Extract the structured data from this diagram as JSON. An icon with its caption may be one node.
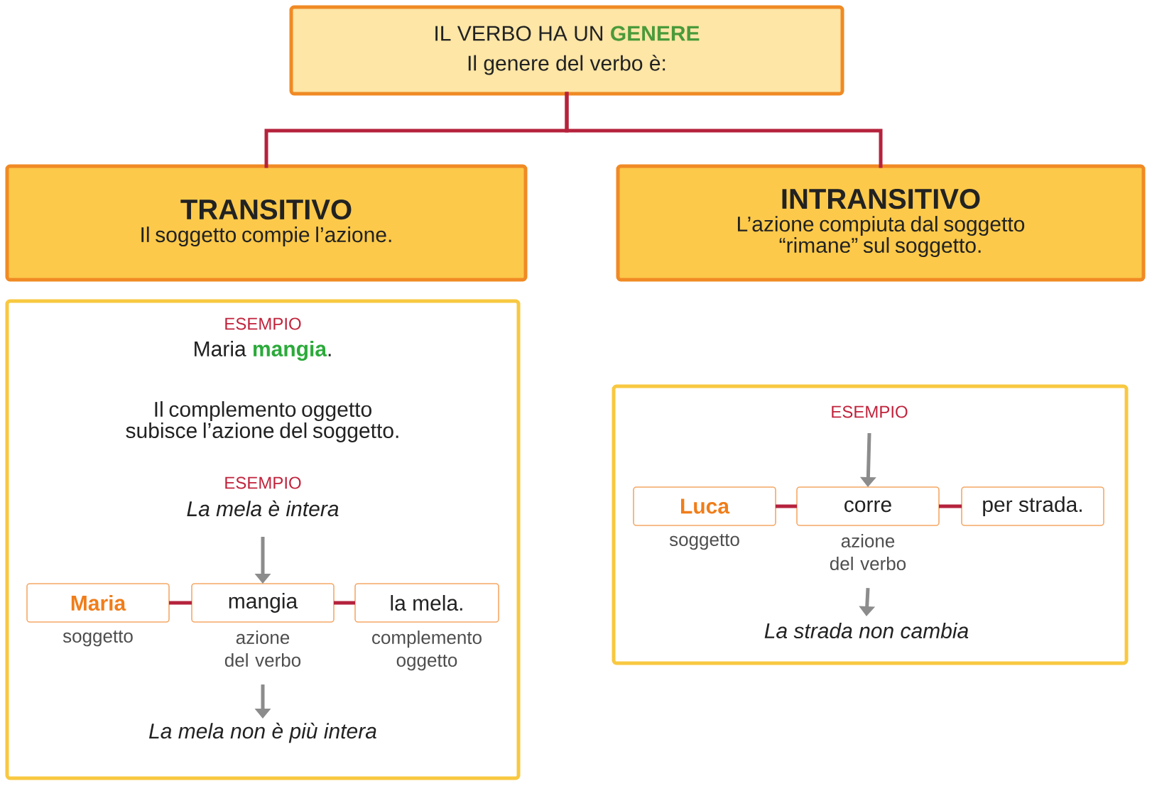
{
  "diagram": {
    "nodes": [
      {
        "text": [
          "IL VERBO HA UN **GENERE**",
          "Il genere del verbo è:"
        ]
      },
      {
        "text": [
          "TRANSITIVO",
          "Il soggetto compie l’azione."
        ]
      },
      {
        "text": [
          "INTRANSITIVO",
          "L’azione compiuta dal soggetto “rimane” sul soggetto."
        ]
      },
      {
        "text": [
          "ESEMPIO",
          "Maria **mangia**.",
          "Il complemento oggetto subisce l’azione del soggetto.",
          "ESEMPIO"
        ]
      },
      {
        "text": [
          "La mela è intera"
        ],
        "in": 3
      },
      {
        "text": [
          "Maria"
        ],
        "in": 3,
        "beside": [
          "soggetto"
        ]
      },
      {
        "text": [
          "mangia"
        ],
        "in": 3,
        "beside": [
          "azione del verbo"
        ]
      },
      {
        "text": [
          "la mela."
        ],
        "in": 3,
        "beside": [
          "complemento oggetto"
        ]
      },
      {
        "text": [
          "La mela non è più intera"
        ],
        "in": 3
      },
      {
        "text": [],
        "shape": "box"
      },
      {
        "text": [
          "ESEMPIO"
        ],
        "in": 9
      },
      {
        "text": [
          "Luca"
        ],
        "in": 9,
        "beside": [
          "soggetto"
        ]
      },
      {
        "text": [
          "corre"
        ],
        "in": 9,
        "beside": [
          "azione del verbo"
        ]
      },
      {
        "text": [
          "per strada."
        ],
        "in": 9
      },
      {
        "text": [
          "La strada non cambia"
        ],
        "in": 9
      }
    ],
    "edges": [
      {
        "from": 0,
        "to": 1,
        "arrow": "none"
      },
      {
        "from": 0,
        "to": 2,
        "arrow": "none"
      },
      {
        "from": 4,
        "to": 6,
        "arrow": "to",
        "color": "#8c8c8c"
      },
      {
        "from": 5,
        "to": 6,
        "arrow": "none"
      },
      {
        "from": 6,
        "to": 7,
        "arrow": "none"
      },
      {
        "from": 6,
        "to": 8,
        "arrow": "to",
        "color": "#8c8c8c"
      },
      {
        "from": 10,
        "to": 12,
        "arrow": "to",
        "color": "#8c8c8c"
      },
      {
        "from": 11,
        "to": 12,
        "arrow": "none"
      },
      {
        "from": 12,
        "to": 13,
        "arrow": "none"
      },
      {
        "from": 12,
        "to": 14,
        "arrow": "to",
        "color": "#8c8c8c"
      }
    ]
  }
}
